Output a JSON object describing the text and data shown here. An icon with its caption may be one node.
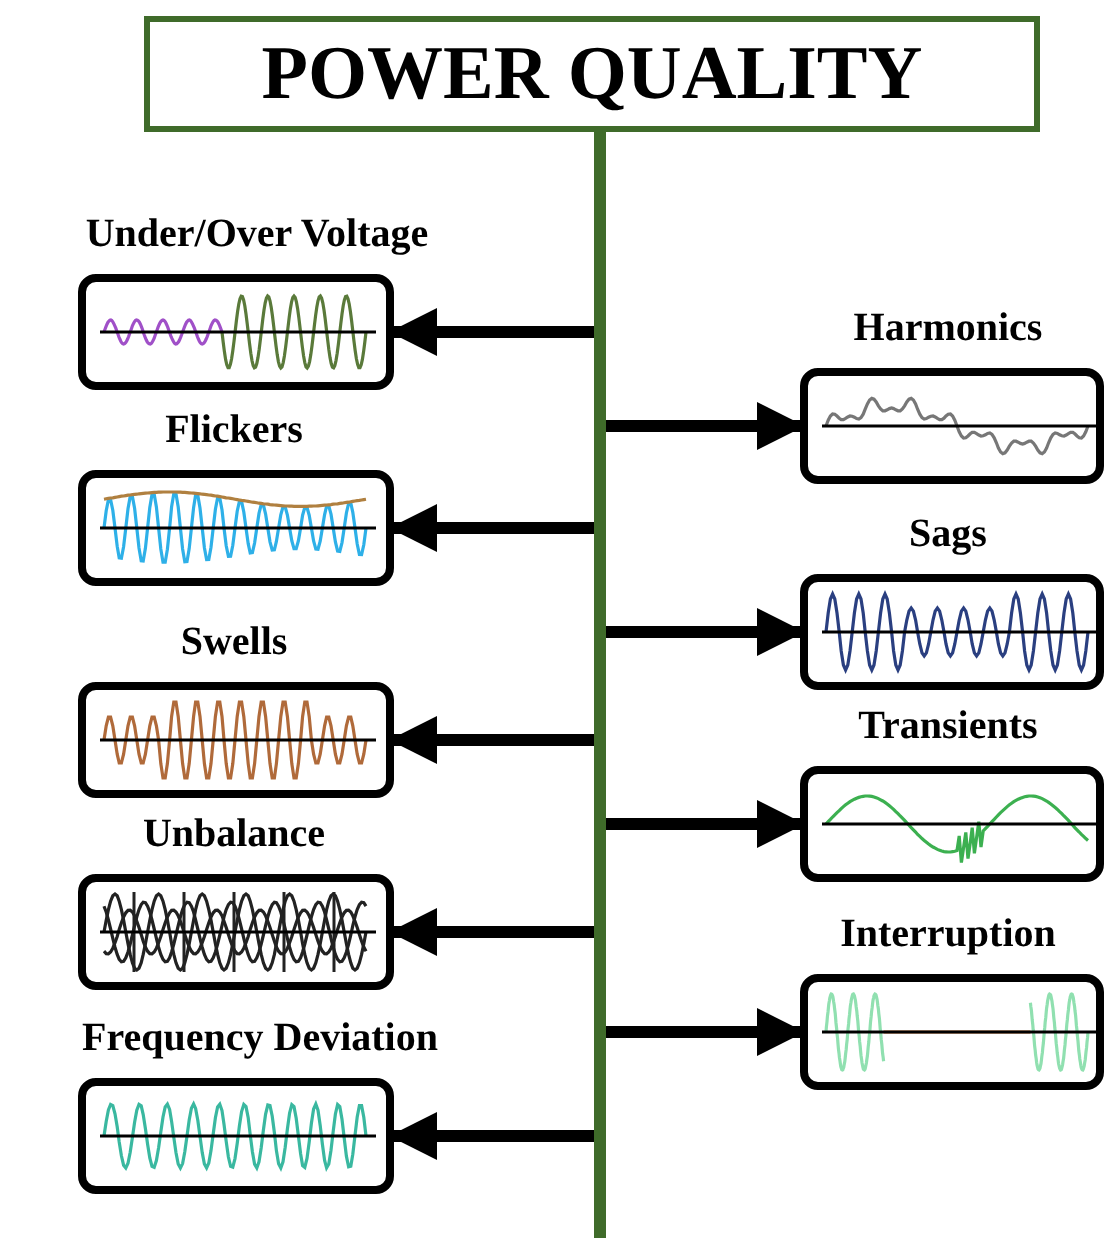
{
  "diagram": {
    "title": "POWER QUALITY",
    "nodes": [
      {
        "text": [],
        "shape": "bar"
      },
      {
        "text": [
          "Under/Over Voltage"
        ]
      },
      {
        "text": [
          "Harmonics"
        ]
      },
      {
        "text": [
          "Flickers"
        ]
      },
      {
        "text": [
          "Sags"
        ]
      },
      {
        "text": [
          "Swells"
        ]
      },
      {
        "text": [
          "Transients"
        ]
      },
      {
        "text": [
          "Unbalance"
        ]
      },
      {
        "text": [
          "Interruption"
        ]
      },
      {
        "text": [
          "Frequency Deviation"
        ]
      }
    ],
    "edges": [
      {
        "from": 0,
        "to": 1,
        "arrow": "to"
      },
      {
        "from": 0,
        "to": 2,
        "arrow": "to"
      },
      {
        "from": 0,
        "to": 3,
        "arrow": "to"
      },
      {
        "from": 0,
        "to": 4,
        "arrow": "to"
      },
      {
        "from": 0,
        "to": 5,
        "arrow": "to"
      },
      {
        "from": 0,
        "to": 6,
        "arrow": "to"
      },
      {
        "from": 0,
        "to": 7,
        "arrow": "to"
      },
      {
        "from": 0,
        "to": 8,
        "arrow": "to"
      },
      {
        "from": 0,
        "to": 9,
        "arrow": "to"
      }
    ]
  }
}
